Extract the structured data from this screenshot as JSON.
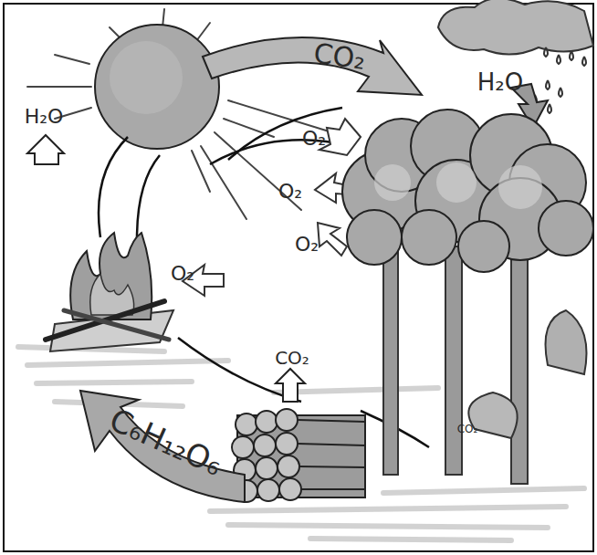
{
  "diagram": {
    "labels": [
      "CO₂",
      "H₂O",
      "H₂O",
      "O₂",
      "O₂",
      "O₂",
      "O₂",
      "CO₂",
      "CO₂",
      "C₆H₁₂O₆"
    ]
  }
}
